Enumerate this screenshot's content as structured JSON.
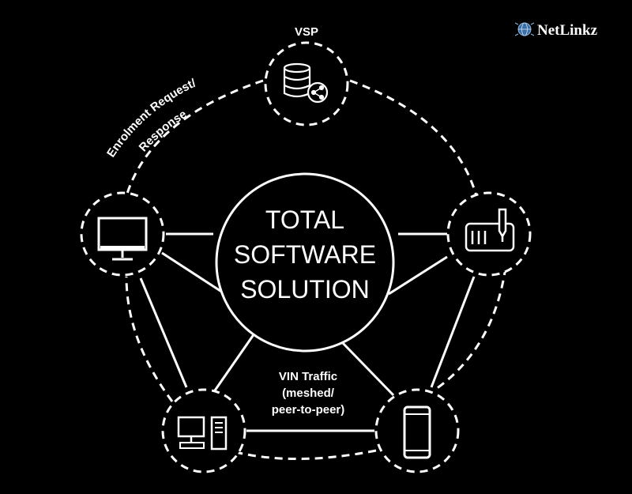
{
  "logo": {
    "text": "NetLinkz"
  },
  "center": {
    "lines": [
      "TOTAL",
      "SOFTWARE",
      "SOLUTION"
    ]
  },
  "labels": {
    "vsp": "VSP",
    "enrolment_line1": "Enrolment Request/",
    "enrolment_line2": "Response",
    "vin_line1": "VIN Traffic",
    "vin_line2": "(meshed/",
    "vin_line3": "peer-to-peer)"
  },
  "nodes": [
    {
      "id": "vsp",
      "icon": "database-share-icon"
    },
    {
      "id": "tablet",
      "icon": "drawing-tablet-icon"
    },
    {
      "id": "phone",
      "icon": "smartphone-icon"
    },
    {
      "id": "workstation",
      "icon": "desktop-computer-icon"
    },
    {
      "id": "monitor",
      "icon": "monitor-icon"
    }
  ],
  "colors": {
    "background": "#000000",
    "foreground": "#ffffff",
    "logo_accent": "#3a6ea5"
  }
}
